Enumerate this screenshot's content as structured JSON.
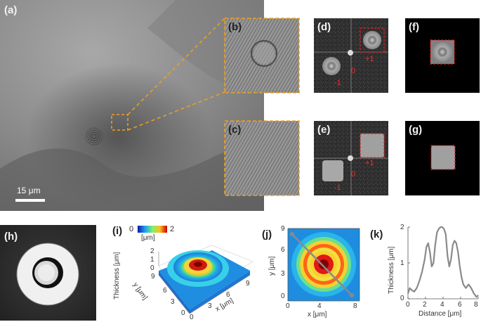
{
  "panels": {
    "a": {
      "label": "(a)",
      "scale_bar": "15 μm"
    },
    "b": {
      "label": "(b)"
    },
    "c": {
      "label": "(c)"
    },
    "d": {
      "label": "(d)",
      "orders": [
        "+1",
        "0",
        "-1"
      ]
    },
    "e": {
      "label": "(e)",
      "orders": [
        "+1",
        "0",
        "-1"
      ]
    },
    "f": {
      "label": "(f)"
    },
    "g": {
      "label": "(g)"
    },
    "h": {
      "label": "(h)"
    },
    "i": {
      "label": "(i)",
      "colorbar": {
        "min": "0",
        "max": "2",
        "unit": "[μm]"
      },
      "zlabel": "Thickness [μm]",
      "xlabel": "x [μm]",
      "ylabel": "y [μm]",
      "zticks": [
        "2",
        "1",
        "0"
      ],
      "xticks": [
        "0",
        "3",
        "6",
        "9"
      ],
      "yticks": [
        "9",
        "6",
        "3",
        "0"
      ]
    },
    "j": {
      "label": "(j)",
      "xlabel": "x [μm]",
      "ylabel": "y [μm]",
      "xticks": [
        "0",
        "4",
        "8"
      ],
      "yticks": [
        "9",
        "6",
        "3",
        "0"
      ]
    },
    "k": {
      "label": "(k)",
      "xlabel": "Distance [μm]",
      "ylabel": "Thickness [μm]",
      "xticks": [
        "0",
        "2",
        "4",
        "6",
        "8"
      ],
      "yticks": [
        "2",
        "1",
        "0"
      ]
    }
  },
  "colors": {
    "highlight": "#f0a020",
    "fft_box": "#e02020",
    "profile_line": "#8a8a8a"
  },
  "chart_data": {
    "type": "line",
    "title": "",
    "xlabel": "Distance [μm]",
    "ylabel": "Thickness [μm]",
    "xlim": [
      0,
      8
    ],
    "ylim": [
      0,
      2
    ],
    "series": [
      {
        "x": [
          0,
          0.2,
          0.4,
          0.7,
          1.0,
          1.3,
          1.6,
          1.9,
          2.1,
          2.3,
          2.5,
          2.7,
          2.9,
          3.1,
          3.3,
          3.5,
          3.7,
          3.9,
          4.1,
          4.3,
          4.5,
          4.7,
          4.9,
          5.1,
          5.3,
          5.5,
          5.7,
          5.9,
          6.1,
          6.3,
          6.6,
          6.9,
          7.2,
          7.5,
          7.8,
          8.0
        ],
        "y": [
          0.15,
          0.3,
          0.25,
          0.2,
          0.3,
          0.5,
          0.75,
          1.1,
          1.45,
          1.55,
          1.3,
          0.9,
          1.0,
          1.5,
          1.85,
          1.95,
          2.0,
          2.0,
          1.95,
          1.8,
          1.2,
          0.9,
          1.1,
          1.5,
          1.62,
          1.55,
          1.3,
          0.9,
          0.6,
          0.4,
          0.3,
          0.4,
          0.3,
          0.15,
          0.05,
          0.1
        ]
      }
    ]
  }
}
